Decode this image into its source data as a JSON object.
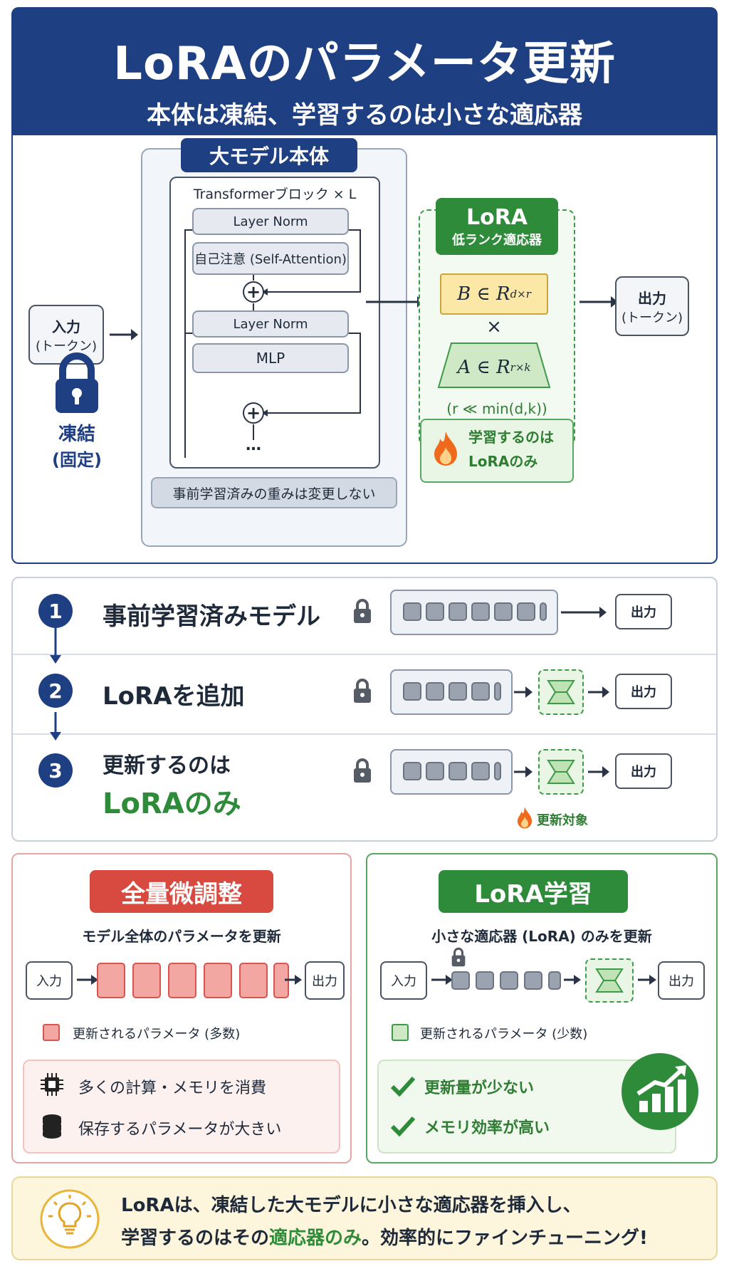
{
  "header": {
    "title": "LoRAのパラメータ更新",
    "subtitle": "本体は凍結、学習するのは小さな適応器"
  },
  "diagram": {
    "input_label": "入力",
    "input_sub": "(トークン)",
    "frozen_label": "凍結",
    "frozen_sub": "(固定)",
    "model_title": "大モデル本体",
    "transformer_label": "Transformerブロック × L",
    "layer_norm_1": "Layer Norm",
    "self_attention": "自己注意 (Self-Attention)",
    "plus_1": "+",
    "layer_norm_2": "Layer Norm",
    "mlp": "MLP",
    "plus_2": "+",
    "ellipsis": "…",
    "weights_note": "事前学習済みの重みは変更しない",
    "lora_title": "LoRA",
    "lora_sub": "低ランク適応器",
    "matrix_b": "B ∈ R",
    "matrix_b_sup": "d×r",
    "times": "×",
    "matrix_a": "A ∈ R",
    "matrix_a_sup": "r×k",
    "rank_note": "(r ≪ min(d,k))",
    "train_note_line1": "学習するのは",
    "train_note_line2": "LoRAのみ",
    "output_label": "出力",
    "output_sub": "(トークン)"
  },
  "steps": [
    {
      "num": "1",
      "text": "事前学習済みモデル",
      "text2": "",
      "output": "出力"
    },
    {
      "num": "2",
      "text": "LoRAを追加",
      "text2": "",
      "output": "出力"
    },
    {
      "num": "3",
      "text": "更新するのは",
      "text2": "LoRAのみ",
      "output": "出力",
      "note": "更新対象"
    }
  ],
  "full_ft": {
    "title": "全量微調整",
    "desc": "モデル全体のパラメータを更新",
    "input": "入力",
    "output": "出力",
    "legend": "更新されるパラメータ (多数)",
    "cons": [
      "多くの計算・メモリを消費",
      "保存するパラメータが大きい"
    ]
  },
  "lora_train": {
    "title": "LoRA学習",
    "desc": "小さな適応器 (LoRA) のみを更新",
    "input": "入力",
    "output": "出力",
    "legend": "更新されるパラメータ (少数)",
    "pros": [
      "更新量が少ない",
      "メモリ効率が高い"
    ]
  },
  "summary": {
    "line1": "LoRAは、凍結した大モデルに小さな適応器を挿入し、",
    "line2a": "学習するのはその",
    "line2b": "適応器のみ",
    "line2c": "。効率的にファインチューニング!"
  },
  "colors": {
    "navy": "#1f3f83",
    "green": "#3d9a48",
    "red": "#d9534f",
    "yellow_box": "#fbe7a6"
  },
  "icons": [
    "lock-icon",
    "fire-icon",
    "chip-icon",
    "database-icon",
    "check-icon",
    "growth-chart-icon",
    "lightbulb-icon",
    "arrow-right-icon"
  ]
}
